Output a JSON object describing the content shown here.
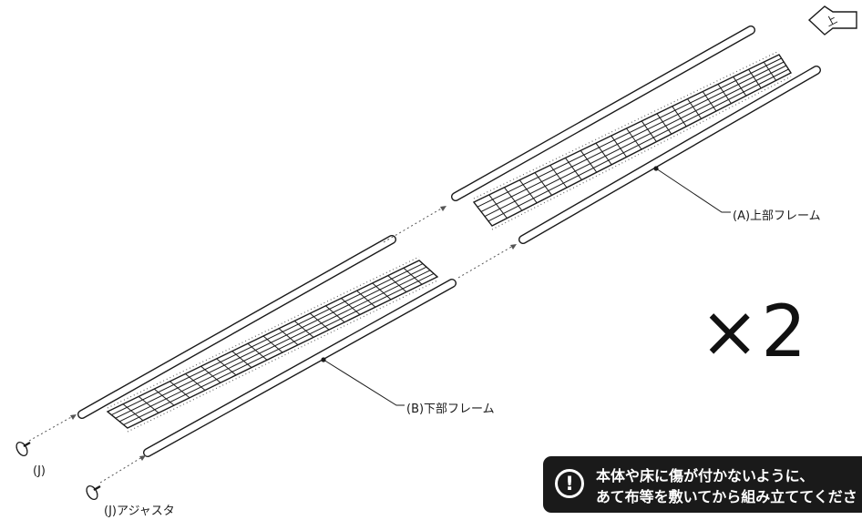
{
  "labels": {
    "upper_frame": "(A)上部フレーム",
    "lower_frame": "(B)下部フレーム",
    "adjuster_short": "(J)",
    "adjuster_full": "(J)アジャスタ"
  },
  "multiplier": "×2",
  "caution": {
    "line1": "本体や床に傷が付かないように、",
    "line2": "あて布等を敷いてから組み立ててくださ"
  },
  "icons": {
    "caution": "exclamation-circle-icon",
    "orientation": "up-arrow-icon",
    "orientation_char": "上"
  },
  "colors": {
    "line": "#1a1a1a",
    "caution_bg": "#1a1a1a",
    "caution_text": "#ffffff"
  }
}
